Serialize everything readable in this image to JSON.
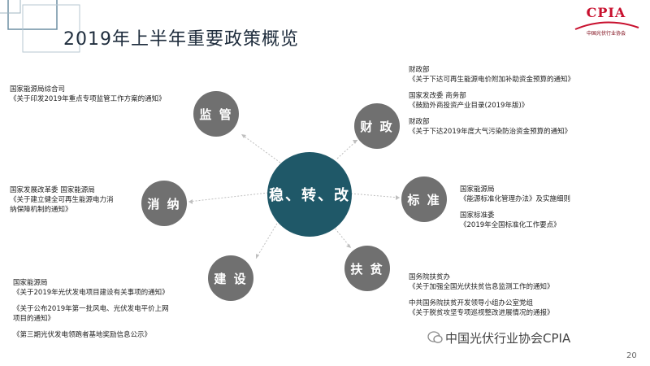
{
  "slide": {
    "title": "2019年上半年重要政策概览",
    "page_number": "20",
    "footer": "中国光伏行业协会CPIA",
    "logo": {
      "text": "CPIA",
      "subtitle": "中国光伏行业协会"
    },
    "colors": {
      "center": "#1f5868",
      "node": "#707070",
      "logo": "#c8102e"
    }
  },
  "center": {
    "label": "稳、转、改"
  },
  "nodes": {
    "jianguan": {
      "label": "监 管"
    },
    "caizheng": {
      "label": "财 政"
    },
    "xiaona": {
      "label": "消 纳"
    },
    "biaozhun": {
      "label": "标 准"
    },
    "jianshe": {
      "label": "建 设"
    },
    "fupin": {
      "label": "扶 贫"
    }
  },
  "policies": {
    "jianguan": [
      {
        "org": "国家能源局综合司",
        "doc": "《关于印发2019年重点专项监管工作方案的通知》"
      }
    ],
    "caizheng": [
      {
        "org": "财政部",
        "doc": "《关于下达可再生能源电价附加补助资金预算的通知》"
      },
      {
        "org": "国家发改委 商务部",
        "doc": "《鼓励外商投资产业目录(2019年版)》"
      },
      {
        "org": "财政部",
        "doc": "《关于下达2019年度大气污染防治资金预算的通知》"
      }
    ],
    "xiaona": [
      {
        "org": "国家发展改革委 国家能源局",
        "doc_lines": [
          "《关于建立健全可再生能源电力消",
          "纳保障机制的通知》"
        ]
      }
    ],
    "biaozhun": [
      {
        "org": "国家能源局",
        "doc": "《能源标准化管理办法》及实施细则"
      },
      {
        "org": "国家标准委",
        "doc": "《2019年全国标准化工作要点》"
      }
    ],
    "jianshe": [
      {
        "org": "国家能源局",
        "doc": "《关于2019年光伏发电项目建设有关事项的通知》"
      },
      {
        "doc_lines": [
          "《关于公布2019年第一批风电、光伏发电平价上网",
          "项目的通知》"
        ]
      },
      {
        "doc": "《第三期光伏发电领跑者基地奖励信息公示》"
      }
    ],
    "fupin": [
      {
        "org": "国务院扶贫办",
        "doc": "《关于加强全国光伏扶贫信息监测工作的通知》"
      },
      {
        "org": "中共国务院扶贫开发领导小组办公室党组",
        "doc": "《关于脱贫攻坚专项巡视整改进展情况的通报》"
      }
    ]
  }
}
